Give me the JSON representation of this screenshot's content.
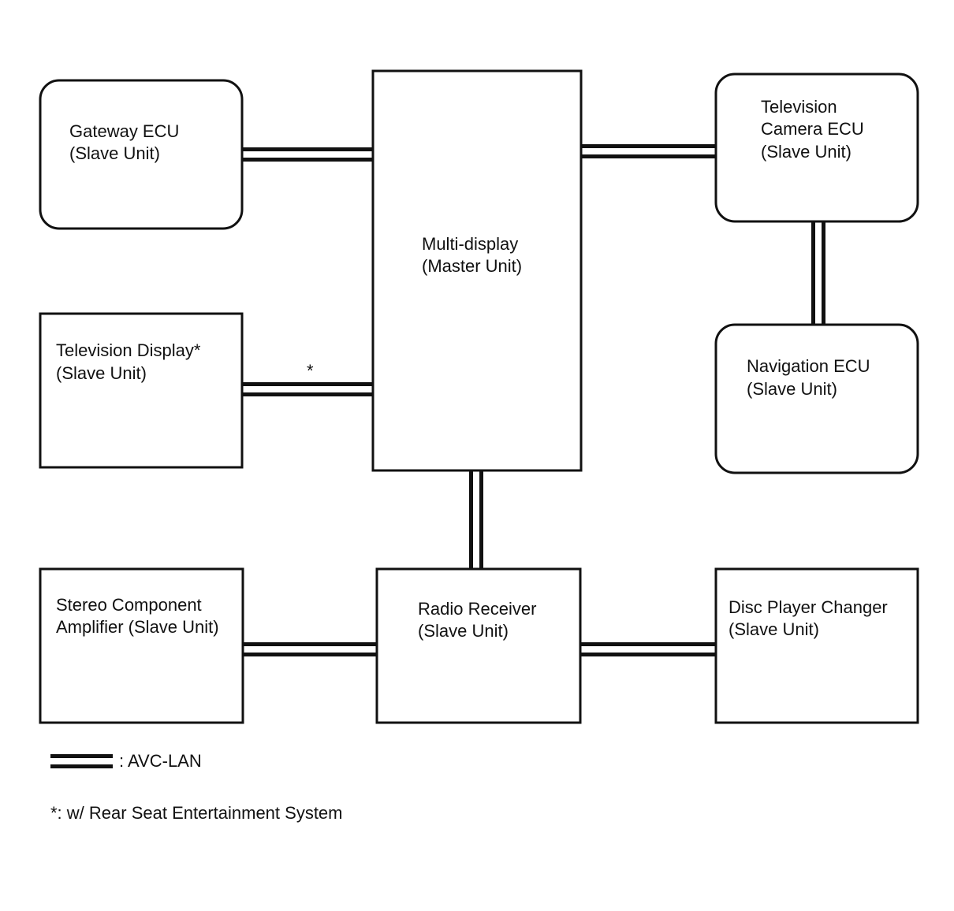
{
  "units": {
    "gateway": {
      "line1": "Gateway ECU",
      "line2": "(Slave Unit)"
    },
    "tv_display": {
      "line1": "Television Display*",
      "line2": "(Slave Unit)"
    },
    "multi_display": {
      "line1": "Multi-display",
      "line2": "(Master Unit)"
    },
    "tv_camera": {
      "line1": "Television",
      "line2": "Camera ECU",
      "line3": "(Slave Unit)"
    },
    "navigation": {
      "line1": "Navigation ECU",
      "line2": "(Slave Unit)"
    },
    "stereo_amp": {
      "line1": "Stereo Component",
      "line2": "Amplifier (Slave Unit)"
    },
    "radio": {
      "line1": "Radio Receiver",
      "line2": "(Slave Unit)"
    },
    "disc_changer": {
      "line1": "Disc Player Changer",
      "line2": "(Slave Unit)"
    }
  },
  "connections": {
    "tv_display_link_marker": "*"
  },
  "legend": {
    "bus_label": ": AVC-LAN",
    "footnote": "*: w/ Rear Seat Entertainment System"
  }
}
